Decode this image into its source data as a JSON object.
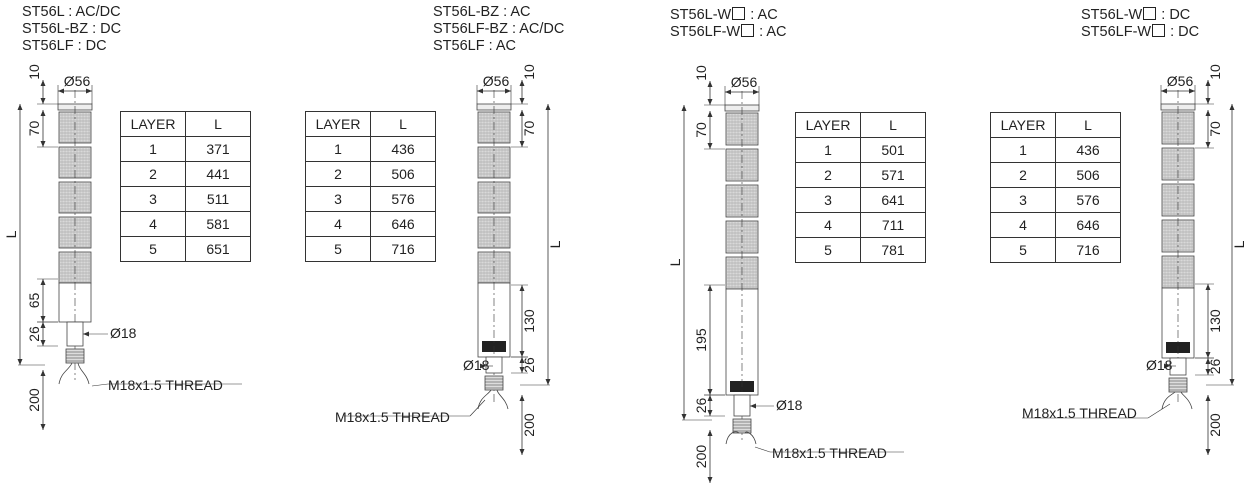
{
  "diagrams": [
    {
      "titles": [
        "ST56L : AC/DC",
        "ST56L-BZ : DC",
        "ST56LF : DC"
      ],
      "table": {
        "headers": [
          "LAYER",
          "L"
        ],
        "rows": [
          [
            "1",
            "371"
          ],
          [
            "2",
            "441"
          ],
          [
            "3",
            "511"
          ],
          [
            "4",
            "581"
          ],
          [
            "5",
            "651"
          ]
        ]
      },
      "dims": {
        "top": "10",
        "diameter": "Ø56",
        "layer": "70",
        "length": "L",
        "base1": "65",
        "base2": "26",
        "shaft": "Ø18",
        "thread": "M18x1.5 THREAD",
        "cable": "200"
      }
    },
    {
      "titles": [
        "ST56L-BZ : AC",
        "ST56LF-BZ : AC/DC",
        "ST56LF : AC"
      ],
      "table": {
        "headers": [
          "LAYER",
          "L"
        ],
        "rows": [
          [
            "1",
            "436"
          ],
          [
            "2",
            "506"
          ],
          [
            "3",
            "576"
          ],
          [
            "4",
            "646"
          ],
          [
            "5",
            "716"
          ]
        ]
      },
      "dims": {
        "top": "10",
        "diameter": "Ø56",
        "layer": "70",
        "length": "L",
        "base1": "130",
        "base2": "26",
        "shaft": "Ø18",
        "thread": "M18x1.5 THREAD",
        "cable": "200"
      }
    },
    {
      "titles": [
        [
          "ST56L-W",
          " : AC"
        ],
        [
          "ST56LF-W",
          " : AC"
        ]
      ],
      "table": {
        "headers": [
          "LAYER",
          "L"
        ],
        "rows": [
          [
            "1",
            "501"
          ],
          [
            "2",
            "571"
          ],
          [
            "3",
            "641"
          ],
          [
            "4",
            "711"
          ],
          [
            "5",
            "781"
          ]
        ]
      },
      "dims": {
        "top": "10",
        "diameter": "Ø56",
        "layer": "70",
        "length": "L",
        "base1": "195",
        "base2": "26",
        "shaft": "Ø18",
        "thread": "M18x1.5 THREAD",
        "cable": "200"
      }
    },
    {
      "titles": [
        [
          "ST56L-W",
          " : DC"
        ],
        [
          "ST56LF-W",
          " : DC"
        ]
      ],
      "table": {
        "headers": [
          "LAYER",
          "L"
        ],
        "rows": [
          [
            "1",
            "436"
          ],
          [
            "2",
            "506"
          ],
          [
            "3",
            "576"
          ],
          [
            "4",
            "646"
          ],
          [
            "5",
            "716"
          ]
        ]
      },
      "dims": {
        "top": "10",
        "diameter": "Ø56",
        "layer": "70",
        "length": "L",
        "base1": "130",
        "base2": "26",
        "shaft": "Ø18",
        "thread": "M18x1.5 THREAD",
        "cable": "200"
      }
    }
  ]
}
